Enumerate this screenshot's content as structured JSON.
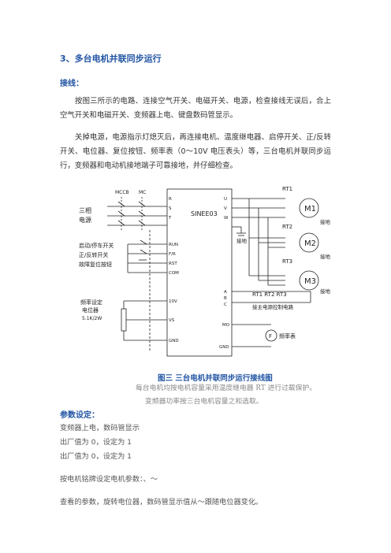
{
  "heading": "3、多台电机并联同步运行",
  "wiring_title": "接线：",
  "paragraphs": [
    "按图三所示的电路、连接空气开关、电磁开关、电源，检查接线无误后，合上空气开关和电磁开关、变频器上电、键盘数码管显示。",
    "关掉电源，电源指示灯熄灭后，再连接电机、温度继电器、启停开关、正/反转开关、电位器、复位按钮、频率表（0～10V 电压表头）等，三台电机并联同步运行，变频器和电动机接地端子可靠接地，并仔细检查。"
  ],
  "diagram": {
    "inverter_label": "SINEE03",
    "breaker_label": "MCCB",
    "contactor_label": "MC",
    "power_label_line1": "三相",
    "power_label_line2": "电源",
    "start_stop_label": "启动/停车开关",
    "fwd_rev_label": "正/反转开关",
    "reset_label": "故障复位按钮",
    "freq_set_line1": "频率设定",
    "freq_set_line2": "电位器",
    "freq_set_line3": "5.1K/2W",
    "terminals_left": [
      "R",
      "S",
      "T",
      "RUN",
      "F/R",
      "RST",
      "COM",
      "10V",
      "VS",
      "GND"
    ],
    "terminals_right": [
      "U",
      "V",
      "W",
      "A",
      "B",
      "C",
      "MO",
      "GND"
    ],
    "motors": [
      "M1",
      "M2",
      "M3"
    ],
    "relays": [
      "RT1",
      "RT2",
      "RT3"
    ],
    "relay_chain": "RT1  RT2  RT3",
    "ground_label": "接地",
    "main_power_control": "接主电源控制电路",
    "freq_meter_symbol": "F",
    "freq_meter_label": "频率表"
  },
  "figure_caption": "图三  三台电机并联同步运行接线图",
  "notes": [
    "每台电机均按电机容量采用温度继电器 RT 进行过载保护。",
    "变频器功率按三台电机容量之和选取。"
  ],
  "param_title": "参数设定：",
  "param_lines": [
    "变频器上电，数码管显示",
    "出厂值为 0，设定为 1",
    "出厂值为 0，设定为 1",
    "按电机铭牌设定电机参数：、～",
    "查看的参数，旋转电位器，数码管显示值从～跟随电位器变化。"
  ]
}
